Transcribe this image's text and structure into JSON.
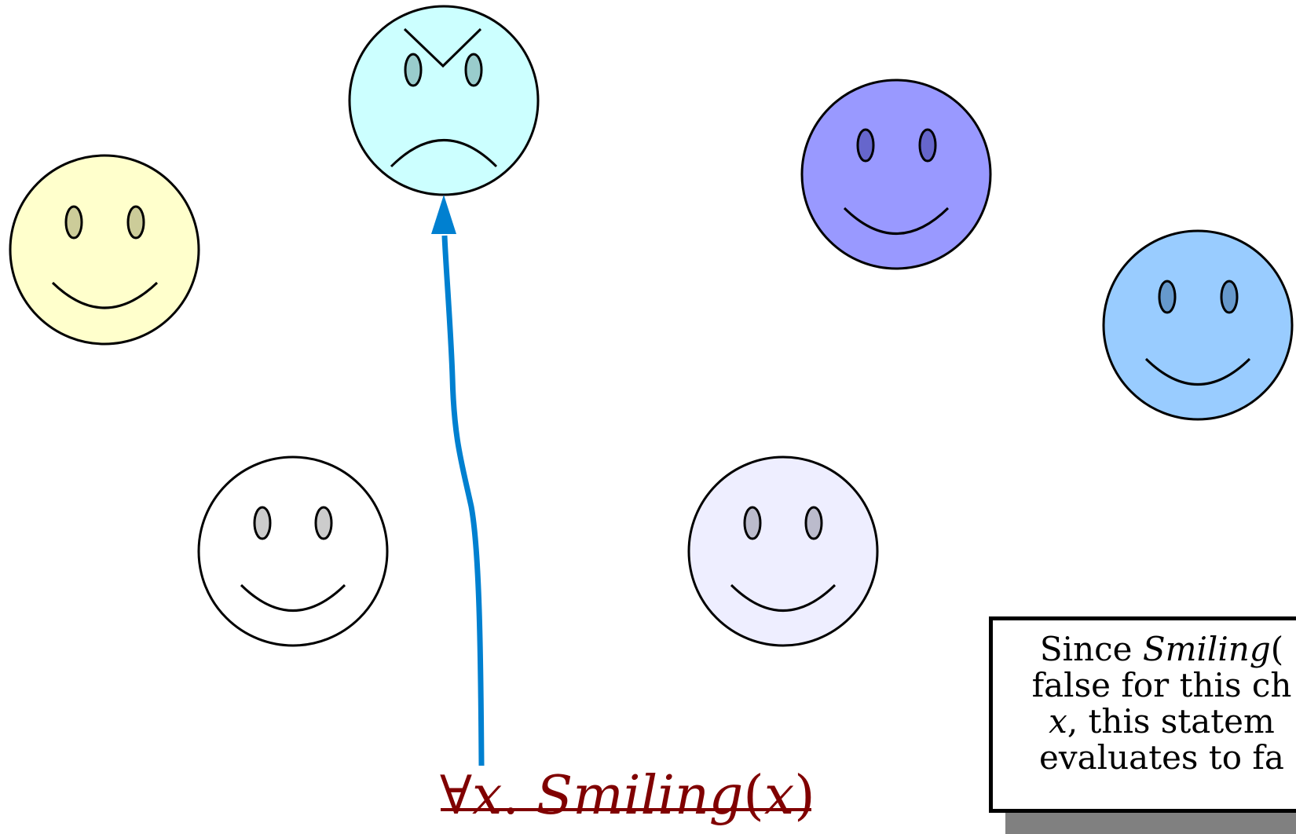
{
  "formula": {
    "quantifier": "∀",
    "variable": "x",
    "dot": ". ",
    "predicate": "Smiling",
    "open_paren": "(",
    "argument": "x",
    "close_paren": ")",
    "struck_through": true,
    "color": "#800000"
  },
  "note": {
    "line1_prefix": "Since ",
    "line1_predicate": "Smiling",
    "line1_suffix": "(",
    "line2": "false for this ch",
    "line3_var": "x",
    "line3_rest": ", this statem",
    "line4": "evaluates to fa"
  },
  "faces": [
    {
      "id": "yellow-face",
      "mood": "smiling",
      "fill": "#ffffcc",
      "eye": "#cccc99"
    },
    {
      "id": "cyan-face",
      "mood": "frowning",
      "fill": "#ccffff",
      "eye": "#99cccc"
    },
    {
      "id": "purple-face",
      "mood": "smiling",
      "fill": "#9999ff",
      "eye": "#6666cc"
    },
    {
      "id": "blue-face",
      "mood": "smiling",
      "fill": "#99ccff",
      "eye": "#6699cc"
    },
    {
      "id": "white-face",
      "mood": "smiling",
      "fill": "#ffffff",
      "eye": "#cccccc"
    },
    {
      "id": "lavender-face",
      "mood": "smiling",
      "fill": "#eeeeff",
      "eye": "#bbbbcc"
    }
  ],
  "arrow": {
    "color": "#0080d0",
    "from": "formula",
    "to": "cyan-face"
  }
}
